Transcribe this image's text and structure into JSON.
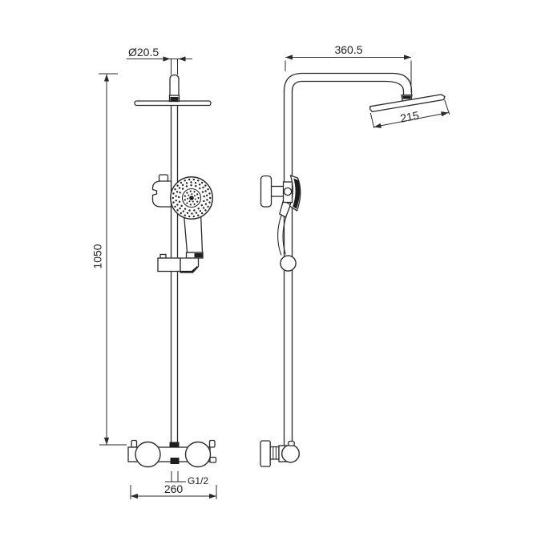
{
  "drawing": {
    "background": "#ffffff",
    "line_color": "#2a2a2a",
    "dimensions": {
      "pipe_diameter": "Ø20.5",
      "column_height": "1050",
      "valve_width": "260",
      "outlet_thread": "G1/2",
      "arm_reach": "360.5",
      "head_size": "215"
    }
  }
}
